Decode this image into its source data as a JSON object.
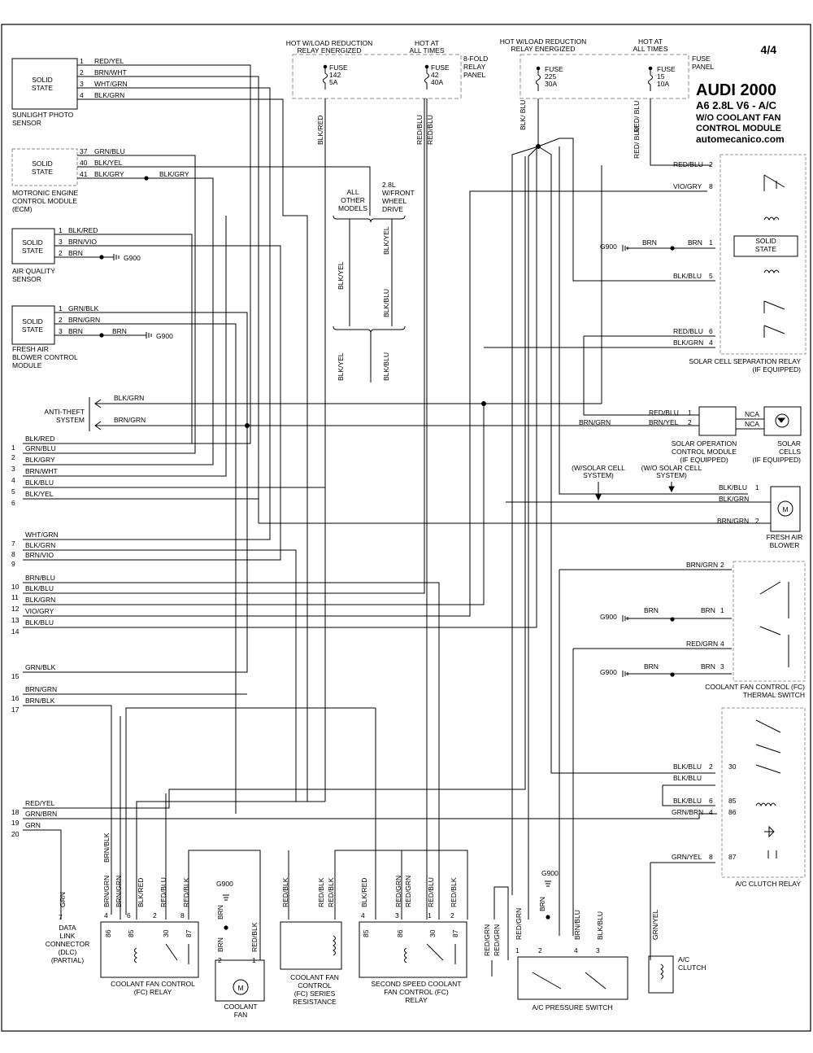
{
  "page": {
    "number": "4/4",
    "title": "AUDI 2000",
    "subtitle1": "A6  2.8L V6 - A/C",
    "subtitle2": "W/O COOLANT FAN",
    "subtitle3": "CONTROL MODULE",
    "website": "automecanico.com"
  },
  "top": {
    "hot_wload_1": "HOT W/LOAD REDUCTION",
    "relay_energized_1": "RELAY ENERGIZED",
    "hot_at_1": "HOT AT",
    "all_times_1": "ALL TIMES",
    "relay_panel": [
      "8-FOLD",
      "RELAY",
      "PANEL"
    ],
    "hot_wload_2": "HOT W/LOAD REDUCTION",
    "relay_energized_2": "RELAY ENERGIZED",
    "hot_at_2": "HOT AT",
    "all_times_2": "ALL TIMES",
    "fuse_panel": [
      "FUSE",
      "PANEL"
    ],
    "fuses": [
      {
        "l1": "FUSE",
        "l2": "142",
        "l3": "5A"
      },
      {
        "l1": "FUSE",
        "l2": "42",
        "l3": "40A"
      },
      {
        "l1": "FUSE",
        "l2": "225",
        "l3": "30A"
      },
      {
        "l1": "FUSE",
        "l2": "15",
        "l3": "10A"
      }
    ]
  },
  "components": {
    "solid_state": [
      "SOLID",
      "STATE"
    ],
    "sunlight": [
      "SUNLIGHT PHOTO",
      "SENSOR"
    ],
    "motronic": [
      "MOTRONIC ENGINE",
      "CONTROL MODULE",
      "(ECM)"
    ],
    "air_quality": [
      "AIR QUALITY",
      "SENSOR"
    ],
    "fresh_air_module": [
      "FRESH AIR",
      "BLOWER CONTROL",
      "MODULE"
    ],
    "anti_theft": [
      "ANTI-THEFT",
      "SYSTEM"
    ],
    "all_other": [
      "ALL",
      "OTHER",
      "MODELS"
    ],
    "front_drive": [
      "2.8L",
      "W/FRONT",
      "WHEEL",
      "DRIVE"
    ],
    "solar_sep": [
      "SOLAR CELL SEPARATION RELAY",
      "(IF EQUIPPED)"
    ],
    "solar_op": [
      "SOLAR OPERATION",
      "CONTROL MODULE",
      "(IF EQUIPPED)"
    ],
    "solar_cells": [
      "SOLAR",
      "CELLS",
      "(IF EQUIPPED)"
    ],
    "w_solar": [
      "(W/SOLAR CELL",
      "SYSTEM)"
    ],
    "wo_solar": [
      "(W/O SOLAR CELL",
      "SYSTEM)"
    ],
    "fresh_air_blower": [
      "FRESH AIR",
      "BLOWER"
    ],
    "thermal_switch": [
      "COOLANT FAN CONTROL (FC)",
      "THERMAL SWITCH"
    ],
    "ac_clutch_relay": "A/C CLUTCH RELAY",
    "dlc": [
      "DATA",
      "LINK",
      "CONNECTOR",
      "(DLC)",
      "(PARTIAL)"
    ],
    "fc_relay": [
      "COOLANT FAN CONTROL",
      "(FC) RELAY"
    ],
    "coolant_fan": [
      "COOLANT",
      "FAN"
    ],
    "series_res": [
      "COOLANT FAN",
      "CONTROL",
      "(FC) SERIES",
      "RESISTANCE"
    ],
    "second_speed": [
      "SECOND SPEED COOLANT",
      "FAN CONTROL (FC)",
      "RELAY"
    ],
    "ac_pressure": "A/C PRESSURE SWITCH",
    "ac_clutch": [
      "A/C",
      "CLUTCH"
    ],
    "g900": "G900",
    "nca": "NCA",
    "motor": "M"
  },
  "sensor_pins": {
    "sunlight": [
      {
        "pin": "1",
        "wire": "RED/YEL"
      },
      {
        "pin": "2",
        "wire": "BRN/WHT"
      },
      {
        "pin": "3",
        "wire": "WHT/GRN"
      },
      {
        "pin": "4",
        "wire": "BLK/GRN"
      }
    ],
    "ecm": [
      {
        "pin": "37",
        "wire": "GRN/BLU"
      },
      {
        "pin": "40",
        "wire": "BLK/YEL"
      },
      {
        "pin": "41",
        "wire": "BLK/GRY"
      }
    ],
    "ecm_ext": "BLK/GRY",
    "air_quality": [
      {
        "pin": "1",
        "wire": "BLK/RED"
      },
      {
        "pin": "3",
        "wire": "BRN/VIO"
      },
      {
        "pin": "2",
        "wire": "BRN"
      }
    ],
    "fresh_air": [
      {
        "pin": "1",
        "wire": "GRN/BLK"
      },
      {
        "pin": "2",
        "wire": "BRN/GRN"
      },
      {
        "pin": "3",
        "wire": "BRN"
      }
    ],
    "fresh_air_ground": "BRN"
  },
  "anti_theft_wires": [
    "BLK/GRN",
    "BRN/GRN"
  ],
  "left_connector": [
    {
      "n": "1",
      "w": "BLK/RED"
    },
    {
      "n": "2",
      "w": "GRN/BLU"
    },
    {
      "n": "3",
      "w": "BLK/GRY"
    },
    {
      "n": "4",
      "w": "BRN/WHT"
    },
    {
      "n": "5",
      "w": "BLK/BLU"
    },
    {
      "n": "6",
      "w": "BLK/YEL"
    },
    {
      "n": "7",
      "w": "WHT/GRN"
    },
    {
      "n": "8",
      "w": "BLK/GRN"
    },
    {
      "n": "9",
      "w": "BRN/VIO"
    },
    {
      "n": "10",
      "w": "BRN/BLU"
    },
    {
      "n": "11",
      "w": "BLK/BLU"
    },
    {
      "n": "12",
      "w": "BLK/GRN"
    },
    {
      "n": "13",
      "w": "VIO/GRY"
    },
    {
      "n": "14",
      "w": "BLK/BLU"
    },
    {
      "n": "15",
      "w": "GRN/BLK"
    },
    {
      "n": "16",
      "w": "BRN/GRN"
    },
    {
      "n": "17",
      "w": "BRN/BLK"
    },
    {
      "n": "18",
      "w": "RED/YEL"
    },
    {
      "n": "19",
      "w": "GRN/BRN"
    },
    {
      "n": "20",
      "w": "GRN"
    }
  ],
  "vertical_labels": {
    "blk_red": "BLK/RED",
    "red_blu": "RED/BLU",
    "blk_blu": "BLK/BLU",
    "blk_yel": "BLK/YEL",
    "red_blu_slash": "RED/ BLU",
    "blk_blu_slash": "BLK/ BLU"
  },
  "solar_relay_pins": [
    {
      "pin": "2",
      "wire": "RED/BLU"
    },
    {
      "pin": "8",
      "wire": "VIO/GRY"
    },
    {
      "pin": "1",
      "wire": "BRN"
    },
    {
      "pin": "5",
      "wire": "BLK/BLU"
    },
    {
      "pin": "6",
      "wire": "RED/BLU"
    },
    {
      "pin": "4",
      "wire": "BLK/GRN"
    }
  ],
  "g900_brn": "BRN",
  "solar_op_pins": [
    {
      "pin": "1",
      "wire": "RED/BLU"
    },
    {
      "pin": "2",
      "wire": "BRN/YEL"
    }
  ],
  "brn_grn": "BRN/GRN",
  "blower_pins": [
    {
      "pin": "1",
      "wire": "BLK/BLU"
    },
    {
      "pin": "",
      "wire": "BLK/GRN"
    },
    {
      "pin": "2",
      "wire": "BRN/GRN"
    }
  ],
  "thermal_pins": [
    {
      "pin": "2",
      "wire": "BRN/GRN"
    },
    {
      "pin": "1",
      "wire": "BRN"
    },
    {
      "pin": "4",
      "wire": "RED/GRN"
    },
    {
      "pin": "3",
      "wire": "BRN"
    }
  ],
  "ac_relay_pins": [
    {
      "pin": "2",
      "wire": "BLK/BLU",
      "term": "30"
    },
    {
      "pin": "",
      "wire": "BLK/BLU",
      "term": ""
    },
    {
      "pin": "6",
      "wire": "BLK/BLU",
      "term": "85"
    },
    {
      "pin": "4",
      "wire": "GRN/BRN",
      "term": "86"
    },
    {
      "pin": "8",
      "wire": "GRN/YEL",
      "term": "87"
    }
  ],
  "bottom": {
    "brn_blk": "BRN/BLK",
    "fc_relay_wires": [
      {
        "pin": "4",
        "wire": "BRN/GRN",
        "term": "86"
      },
      {
        "pin": "",
        "wire": "BRN/GRN",
        "term": ""
      },
      {
        "pin": "6",
        "wire": "BLK/RED",
        "term": "85"
      },
      {
        "pin": "2",
        "wire": "RED/BLU",
        "term": "30"
      },
      {
        "pin": "8",
        "wire": "RED/BLK",
        "term": "87"
      }
    ],
    "fan_wires": [
      {
        "pin": "2",
        "wire": "BRN"
      },
      {
        "pin": "1",
        "wire": "RED/BLK"
      }
    ],
    "fan_brn": "BRN",
    "fan_g900": "G900",
    "res_wires": [
      "RED/BLK",
      "RED/BLK",
      "RED/BLK"
    ],
    "ss_wires": [
      {
        "pin": "4",
        "wire": "BLK/RED",
        "term": "85"
      },
      {
        "pin": "3",
        "wire": "RED/GRN",
        "term": "86"
      },
      {
        "pin": "",
        "wire": "RED/GRN",
        "term": ""
      },
      {
        "pin": "1",
        "wire": "RED/BLU",
        "term": "30"
      },
      {
        "pin": "2",
        "wire": "RED/BLK",
        "term": "87"
      }
    ],
    "ss_red_grn": [
      "RED/GRN",
      "RED/GRN"
    ],
    "aps_wires": [
      {
        "pin": "1",
        "wire": "RED/GRN"
      },
      {
        "pin": "2",
        "wire": "BRN"
      },
      {
        "pin": "4",
        "wire": "BRN/BLU"
      },
      {
        "pin": "3",
        "wire": "BLK/BLU"
      }
    ],
    "aps_g900": "G900",
    "clutch_wire": "GRN/YEL",
    "dlc_wire": "GRN",
    "dlc_pin": "7"
  }
}
